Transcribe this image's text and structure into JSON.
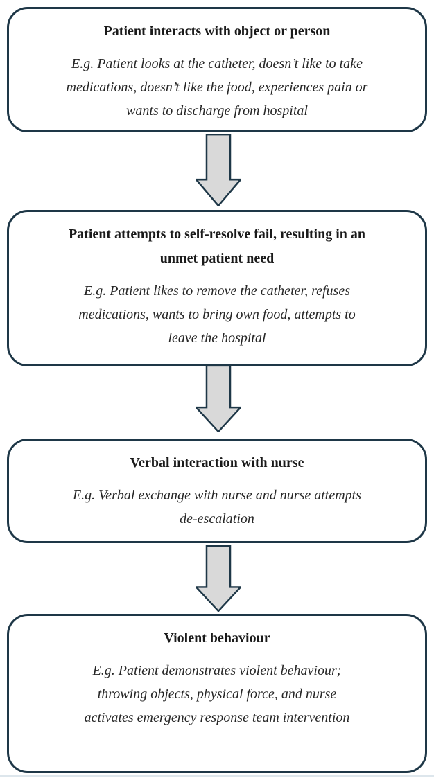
{
  "figure": {
    "type": "flowchart",
    "colors": {
      "background": "#ffffff",
      "box_border": "#1e3747",
      "arrow_fill": "#d9d9d9",
      "arrow_outline": "#1e3747",
      "text": "#1f1f1f",
      "bottom_divider": "#dde6ec"
    },
    "connectors": [
      {
        "icon": "down-arrow-icon"
      },
      {
        "icon": "down-arrow-icon"
      },
      {
        "icon": "down-arrow-icon"
      }
    ],
    "steps": [
      {
        "title_lines": [
          "Patient interacts with object or person"
        ],
        "example_lines": [
          "E.g. Patient looks at the catheter, doesn’t like to take",
          "medications, doesn’t like the food, experiences pain or",
          "wants to discharge from hospital"
        ]
      },
      {
        "title_lines": [
          "Patient attempts to self-resolve fail, resulting in an",
          "unmet patient need"
        ],
        "example_lines": [
          "E.g. Patient likes to remove the catheter, refuses",
          "medications, wants to bring own food, attempts to",
          "leave the hospital"
        ]
      },
      {
        "title_lines": [
          "Verbal interaction with nurse"
        ],
        "example_lines": [
          "E.g. Verbal exchange with nurse and nurse attempts",
          "de-escalation"
        ]
      },
      {
        "title_lines": [
          "Violent behaviour"
        ],
        "example_lines": [
          "E.g. Patient demonstrates violent behaviour;",
          "throwing objects, physical force, and nurse",
          "activates emergency response team intervention"
        ]
      }
    ]
  }
}
